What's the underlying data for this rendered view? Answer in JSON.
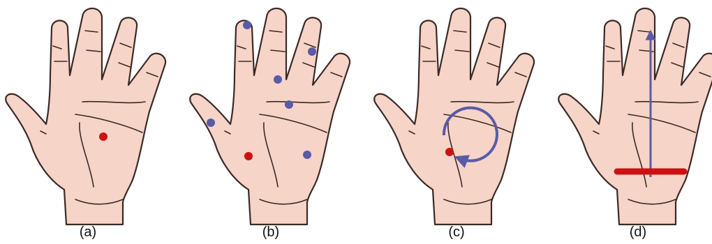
{
  "colors": {
    "skin": "#f7d4c8",
    "outline": "#3a2a26",
    "red_marker": "#cc1111",
    "blue_marker": "#5a5aa8"
  },
  "panels": [
    {
      "caption": "(a)",
      "markers": {
        "red_dots": 1,
        "blue_dots": 0
      },
      "gesture": "press"
    },
    {
      "caption": "(b)",
      "markers": {
        "red_dots": 1,
        "blue_dots": 6
      },
      "gesture": "multi-point"
    },
    {
      "caption": "(c)",
      "markers": {
        "red_dots": 1,
        "blue_dots": 0
      },
      "gesture": "circle-arrow"
    },
    {
      "caption": "(d)",
      "markers": {
        "red_dots": 0,
        "blue_dots": 0
      },
      "gesture": "horizontal-bar-with-up-arrow"
    }
  ]
}
